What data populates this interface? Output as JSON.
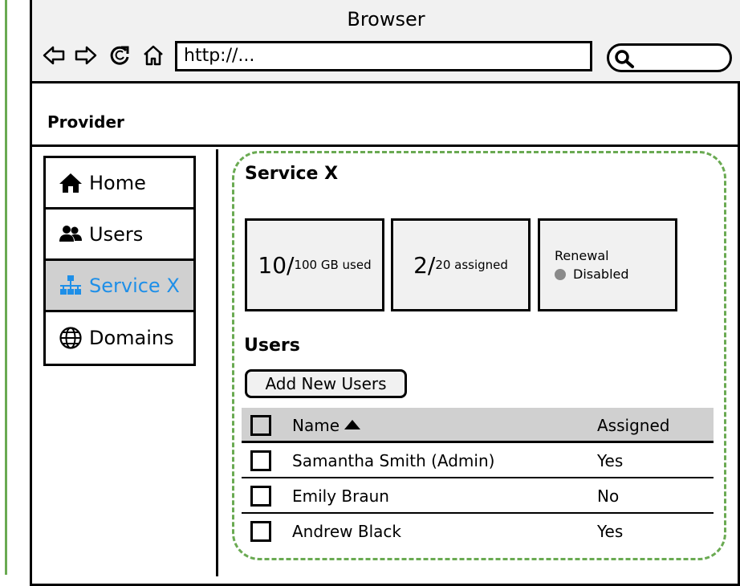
{
  "browser": {
    "title": "Browser",
    "url": "http://...",
    "icons": [
      "back-arrow-icon",
      "forward-arrow-icon",
      "refresh-icon",
      "home-icon",
      "search-icon"
    ]
  },
  "header": {
    "provider_label": "Provider"
  },
  "sidebar": {
    "items": [
      {
        "label": "Home",
        "icon": "home-icon",
        "active": false
      },
      {
        "label": "Users",
        "icon": "users-icon",
        "active": false
      },
      {
        "label": "Service X",
        "icon": "network-icon",
        "active": true
      },
      {
        "label": "Domains",
        "icon": "globe-icon",
        "active": false
      }
    ]
  },
  "main": {
    "title": "Service X",
    "cards": {
      "storage": {
        "value": "10/",
        "caption": "100 GB used"
      },
      "licenses": {
        "value": "2/",
        "caption": "20 assigned"
      },
      "renewal": {
        "label": "Renewal",
        "status": "Disabled"
      }
    },
    "users_section": {
      "title": "Users",
      "add_button_label": "Add New Users",
      "columns": {
        "name": "Name",
        "assigned": "Assigned"
      },
      "rows": [
        {
          "name": "Samantha Smith (Admin)",
          "assigned": "Yes"
        },
        {
          "name": "Emily Braun",
          "assigned": "No"
        },
        {
          "name": "Andrew Black",
          "assigned": "Yes"
        }
      ]
    }
  },
  "colors": {
    "accent_green": "#6aaa52",
    "active_blue": "#1e8fe8",
    "panel_gray": "#f1f1f1",
    "selected_gray": "#d0d0d0"
  }
}
